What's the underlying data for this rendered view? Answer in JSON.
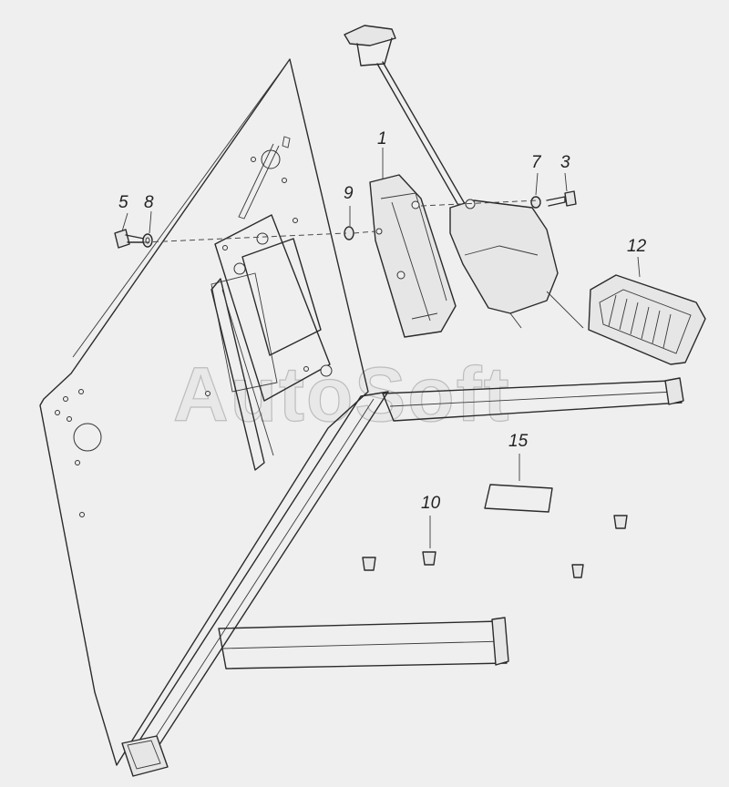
{
  "watermark": "AutoSoft",
  "callouts": {
    "c1": "1",
    "c3": "3",
    "c5": "5",
    "c7": "7",
    "c8": "8",
    "c9": "9",
    "c10": "10",
    "c12": "12",
    "c15": "15"
  },
  "colors": {
    "background": "#efefef",
    "line": "#2b2b2b",
    "watermark": "#bdbdbd"
  }
}
